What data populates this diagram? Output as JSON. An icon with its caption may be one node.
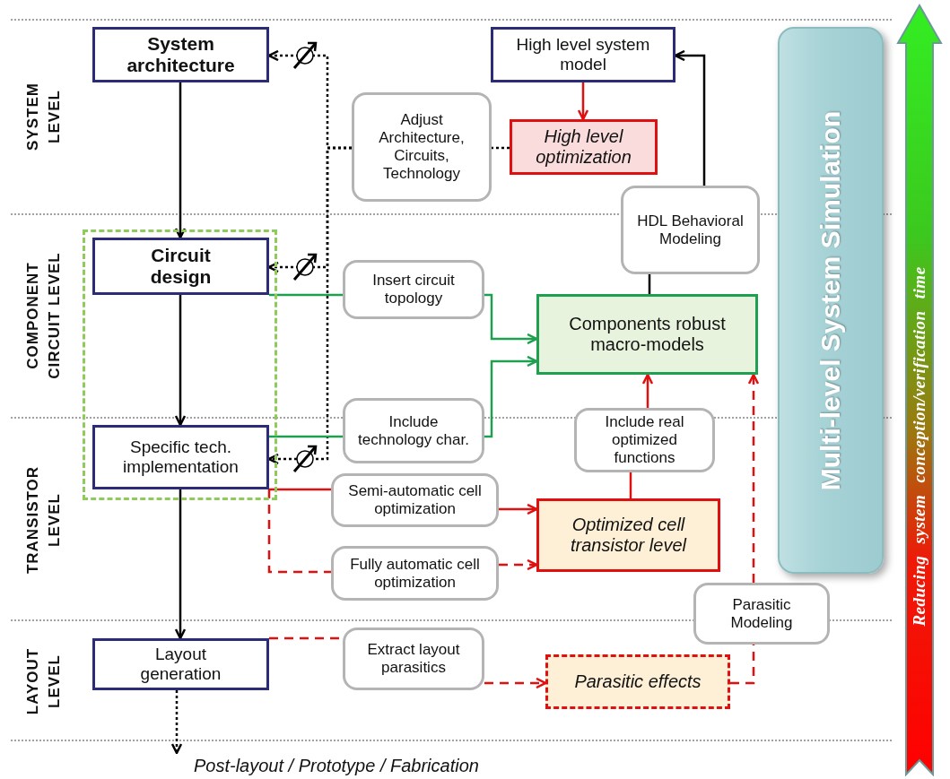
{
  "diagram": {
    "nodes": [
      {
        "text": [
          "System architecture"
        ]
      },
      {
        "text": [
          "High level system model"
        ]
      },
      {
        "text": [
          "Adjust Architecture, Circuits, Technology"
        ]
      },
      {
        "text": [
          "High level optimization"
        ]
      },
      {
        "text": [
          "HDL Behavioral Modeling"
        ]
      },
      {
        "text": [],
        "shape": "box"
      },
      {
        "text": [
          "Circuit design"
        ],
        "in": 5
      },
      {
        "text": [
          "Insert circuit topology"
        ]
      },
      {
        "text": [
          "Components robust macro-models"
        ]
      },
      {
        "text": [
          "Include technology char."
        ]
      },
      {
        "text": [
          "Include real optimized functions"
        ]
      },
      {
        "text": [
          "Specific tech. implementation"
        ],
        "in": 5
      },
      {
        "text": [
          "Semi-automatic cell optimization"
        ]
      },
      {
        "text": [
          "Optimized cell transistor level"
        ]
      },
      {
        "text": [
          "Fully automatic cell optimization"
        ]
      },
      {
        "text": [
          "Parasitic Modeling"
        ]
      },
      {
        "text": [
          "Layout generation"
        ]
      },
      {
        "text": [
          "Extract layout parasitics"
        ]
      },
      {
        "text": [
          "Parasitic effects"
        ]
      },
      {
        "text": [
          "Post-layout / Prototype / Fabrication"
        ]
      },
      {
        "text": [
          "Multi-level System Simulation"
        ]
      },
      {
        "text": [
          "Reducing system conception/verification time"
        ]
      }
    ],
    "edges": [
      {
        "from": 0,
        "to": 6,
        "arrow": "to",
        "color": "#000000"
      },
      {
        "from": 6,
        "to": 11,
        "arrow": "to",
        "color": "#000000"
      },
      {
        "from": 11,
        "to": 16,
        "arrow": "to",
        "color": "#000000"
      },
      {
        "from": 16,
        "to": 19,
        "arrow": "to",
        "style": "dashed",
        "color": "#000000"
      },
      {
        "from": 1,
        "to": 3,
        "arrow": "to",
        "color": "#e01010"
      },
      {
        "from": 8,
        "to": 4,
        "arrow": "none",
        "color": "#000000"
      },
      {
        "from": 4,
        "to": 1,
        "arrow": "to",
        "color": "#000000"
      },
      {
        "from": 3,
        "to": 2,
        "arrow": "none",
        "style": "dashed",
        "color": "#000000"
      },
      {
        "from": 2,
        "to": 0,
        "arrow": "to",
        "style": "dashed",
        "color": "#000000"
      },
      {
        "from": 2,
        "to": 6,
        "arrow": "to",
        "style": "dashed",
        "color": "#000000"
      },
      {
        "from": 2,
        "to": 11,
        "arrow": "to",
        "style": "dashed",
        "color": "#000000"
      },
      {
        "from": 6,
        "to": 7,
        "arrow": "none",
        "color": "#1ea050"
      },
      {
        "from": 7,
        "to": 8,
        "arrow": "to",
        "color": "#1ea050"
      },
      {
        "from": 11,
        "to": 9,
        "arrow": "none",
        "color": "#1ea050"
      },
      {
        "from": 9,
        "to": 8,
        "arrow": "to",
        "color": "#1ea050"
      },
      {
        "from": 11,
        "to": 12,
        "arrow": "none",
        "color": "#e01010"
      },
      {
        "from": 12,
        "to": 13,
        "arrow": "to",
        "color": "#e01010"
      },
      {
        "from": 11,
        "to": 14,
        "arrow": "none",
        "style": "dashed",
        "color": "#e01010"
      },
      {
        "from": 14,
        "to": 13,
        "arrow": "to",
        "style": "dashed",
        "color": "#e01010"
      },
      {
        "from": 13,
        "to": 10,
        "arrow": "none",
        "color": "#e01010"
      },
      {
        "from": 10,
        "to": 8,
        "arrow": "to",
        "color": "#e01010"
      },
      {
        "from": 16,
        "to": 17,
        "arrow": "none",
        "style": "dashed",
        "color": "#e01010"
      },
      {
        "from": 17,
        "to": 18,
        "arrow": "to",
        "style": "dashed",
        "color": "#e01010"
      },
      {
        "from": 18,
        "to": 15,
        "arrow": "none",
        "style": "dashed",
        "color": "#e01010"
      },
      {
        "from": 15,
        "to": 8,
        "arrow": "to",
        "style": "dashed",
        "color": "#e01010"
      }
    ],
    "labels": [
      "SYSTEM LEVEL",
      "COMPONENT CIRCUIT LEVEL",
      "TRANSISTOR LEVEL",
      "LAYOUT LEVEL"
    ]
  }
}
